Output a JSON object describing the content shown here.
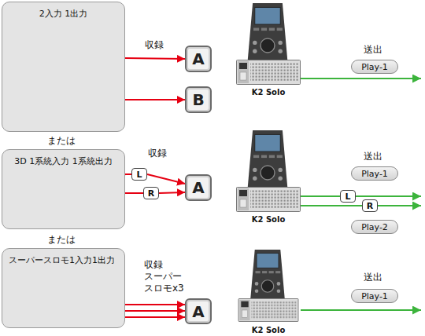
{
  "diagram": {
    "nodes": [
      {
        "text": [
          "2入力 1出力"
        ]
      },
      {
        "text": [
          "A"
        ]
      },
      {
        "text": [
          "B"
        ]
      },
      {
        "text": [
          "3D 1系統入力 1系統出力"
        ]
      },
      {
        "text": [
          "L"
        ]
      },
      {
        "text": [
          "R"
        ]
      },
      {
        "text": [
          "A"
        ]
      },
      {
        "text": [
          "スーパースロモ1入力1出力"
        ]
      },
      {
        "text": [
          "A"
        ]
      },
      {
        "text": [
          "Play-1"
        ]
      },
      {
        "text": [
          "Play-1"
        ]
      },
      {
        "text": [
          "L"
        ]
      },
      {
        "text": [
          "R"
        ]
      },
      {
        "text": [
          "Play-2"
        ]
      },
      {
        "text": [
          "Play-1"
        ]
      }
    ],
    "edges": [
      {
        "from": 0,
        "to": 1,
        "arrow": "to"
      },
      {
        "from": 0,
        "to": 2,
        "arrow": "to"
      },
      {
        "from": 3,
        "to": 4,
        "arrow": "none"
      },
      {
        "from": 4,
        "to": 6,
        "arrow": "to"
      },
      {
        "from": 3,
        "to": 5,
        "arrow": "none"
      },
      {
        "from": 5,
        "to": 6,
        "arrow": "to"
      },
      {
        "from": 7,
        "to": 8,
        "arrow": "to"
      },
      {
        "from": 7,
        "to": 8,
        "arrow": "to"
      },
      {
        "from": 7,
        "to": 8,
        "arrow": "to"
      }
    ],
    "labels": [
      "収録",
      "または",
      "収録",
      "または",
      "収録",
      "スーパー スロモx3",
      "送出",
      "送出",
      "送出",
      "K2 Solo",
      "K2 Solo",
      "K2 Solo"
    ]
  }
}
